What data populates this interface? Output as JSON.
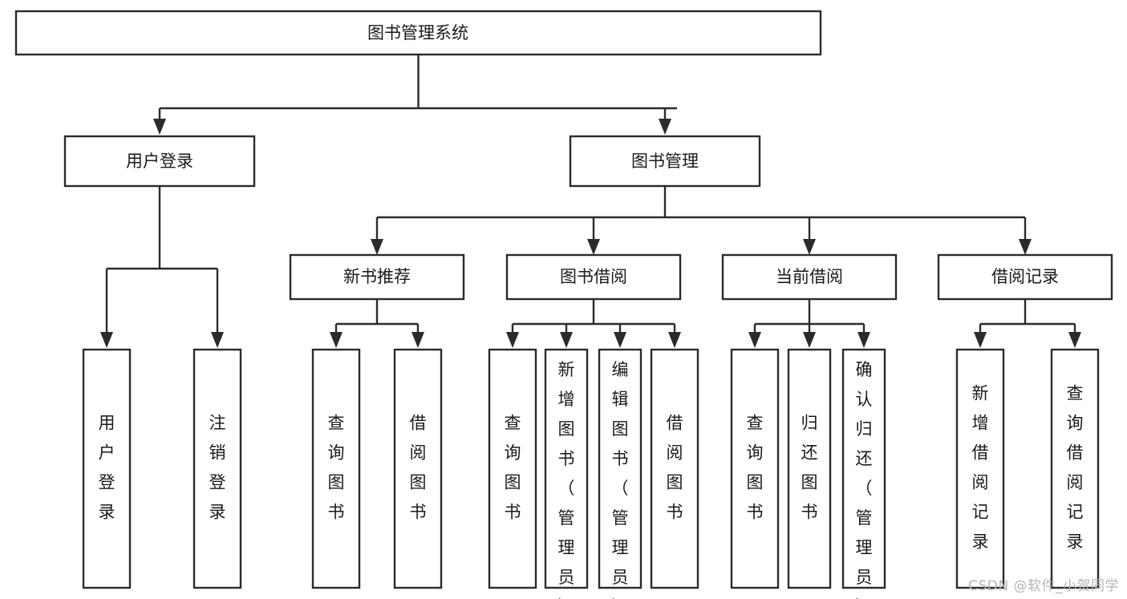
{
  "diagram": {
    "type": "tree-hierarchy-diagram",
    "title": "图书管理系统",
    "colors": {
      "background": "#ffffff",
      "box_stroke": "#2b2b2b",
      "box_fill": "#ffffff",
      "text": "#1a1a1a",
      "watermark": "#b4b4b4"
    },
    "root": {
      "label": "图书管理系统",
      "orientation": "horizontal"
    },
    "level2": [
      {
        "label": "用户登录",
        "orientation": "horizontal"
      },
      {
        "label": "图书管理",
        "orientation": "horizontal"
      }
    ],
    "level3": [
      {
        "label": "新书推荐",
        "orientation": "horizontal"
      },
      {
        "label": "图书借阅",
        "orientation": "horizontal"
      },
      {
        "label": "当前借阅",
        "orientation": "horizontal"
      },
      {
        "label": "借阅记录",
        "orientation": "horizontal"
      }
    ],
    "leaves_user_login": [
      {
        "label": "用户登录",
        "orientation": "vertical"
      },
      {
        "label": "注销登录",
        "orientation": "vertical"
      }
    ],
    "leaves_new_book": [
      {
        "label": "查询图书",
        "orientation": "vertical"
      },
      {
        "label": "借阅图书",
        "orientation": "vertical"
      }
    ],
    "leaves_borrow_book": [
      {
        "label": "查询图书",
        "orientation": "vertical"
      },
      {
        "label": "新增图书（管理员）",
        "orientation": "vertical"
      },
      {
        "label": "编辑图书（管理员）",
        "orientation": "vertical"
      },
      {
        "label": "借阅图书",
        "orientation": "vertical"
      }
    ],
    "leaves_current_borrow": [
      {
        "label": "查询图书",
        "orientation": "vertical"
      },
      {
        "label": "归还图书",
        "orientation": "vertical"
      },
      {
        "label": "确认归还（管理员）",
        "orientation": "vertical"
      }
    ],
    "leaves_borrow_record": [
      {
        "label": "新增借阅记录",
        "orientation": "vertical"
      },
      {
        "label": "查询借阅记录",
        "orientation": "vertical"
      }
    ]
  },
  "watermark": {
    "text": "CSDN @软件_小贺同学"
  }
}
